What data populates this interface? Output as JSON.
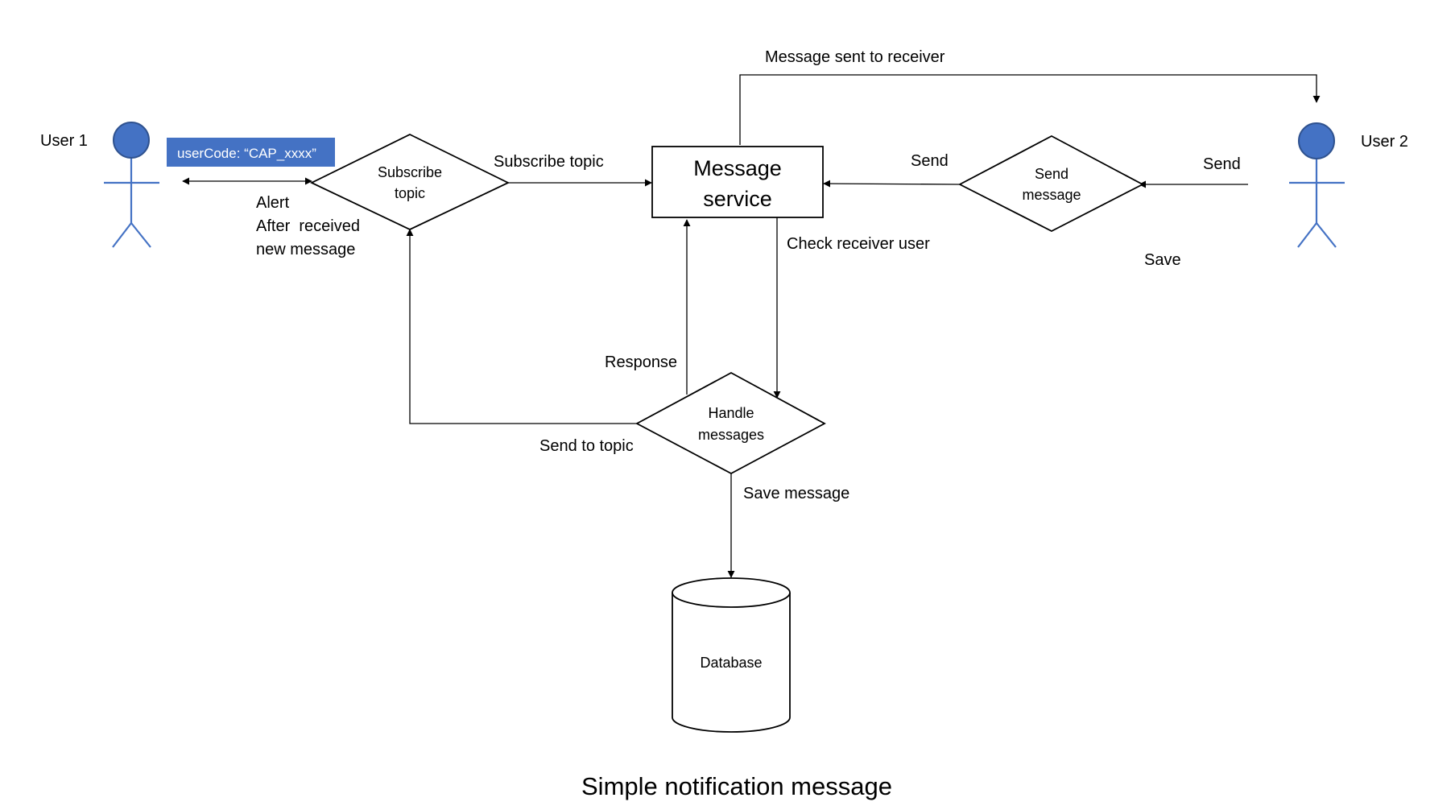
{
  "diagram": {
    "title": "Simple notification message",
    "colors": {
      "actor": "#4472c4",
      "badge": "#4472c4",
      "line": "#000000"
    },
    "actors": {
      "user1": "User 1",
      "user2": "User 2"
    },
    "badge": "userCode: “CAP_xxxx”",
    "nodes": {
      "subscribe_topic": [
        "Subscribe",
        "topic"
      ],
      "message_service": [
        "Message",
        "service"
      ],
      "send_message": [
        "Send",
        "message"
      ],
      "handle_messages": [
        "Handle",
        "messages"
      ],
      "database": "Database"
    },
    "edge_labels": {
      "message_sent_to_receiver": "Message sent to receiver",
      "subscribe_topic": "Subscribe topic",
      "alert": [
        "Alert",
        "After  received",
        "new message"
      ],
      "send_service": "Send",
      "send_user2": "Send",
      "save": "Save",
      "check_receiver_user": "Check receiver user",
      "response": "Response",
      "send_to_topic": "Send to topic",
      "save_message": "Save message"
    }
  }
}
